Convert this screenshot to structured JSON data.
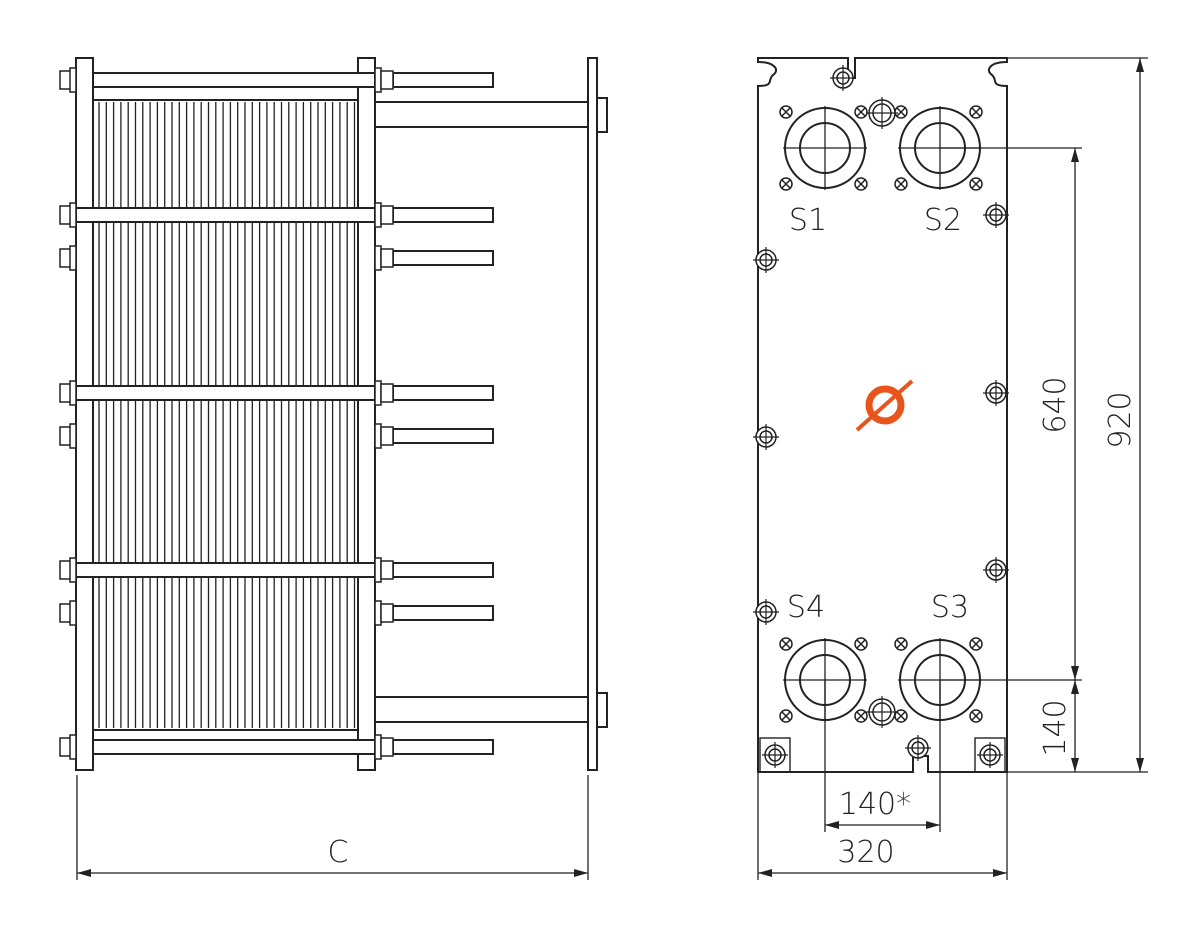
{
  "side_view": {
    "dimension_c": "C"
  },
  "front_view": {
    "ports": [
      "S1",
      "S2",
      "S3",
      "S4"
    ],
    "dimensions": {
      "port_vertical": "640",
      "overall_height": "920",
      "port_bottom": "140",
      "port_horizontal": "140*",
      "overall_width": "320"
    }
  },
  "colors": {
    "logo": "#e8541c",
    "line": "#222222"
  }
}
